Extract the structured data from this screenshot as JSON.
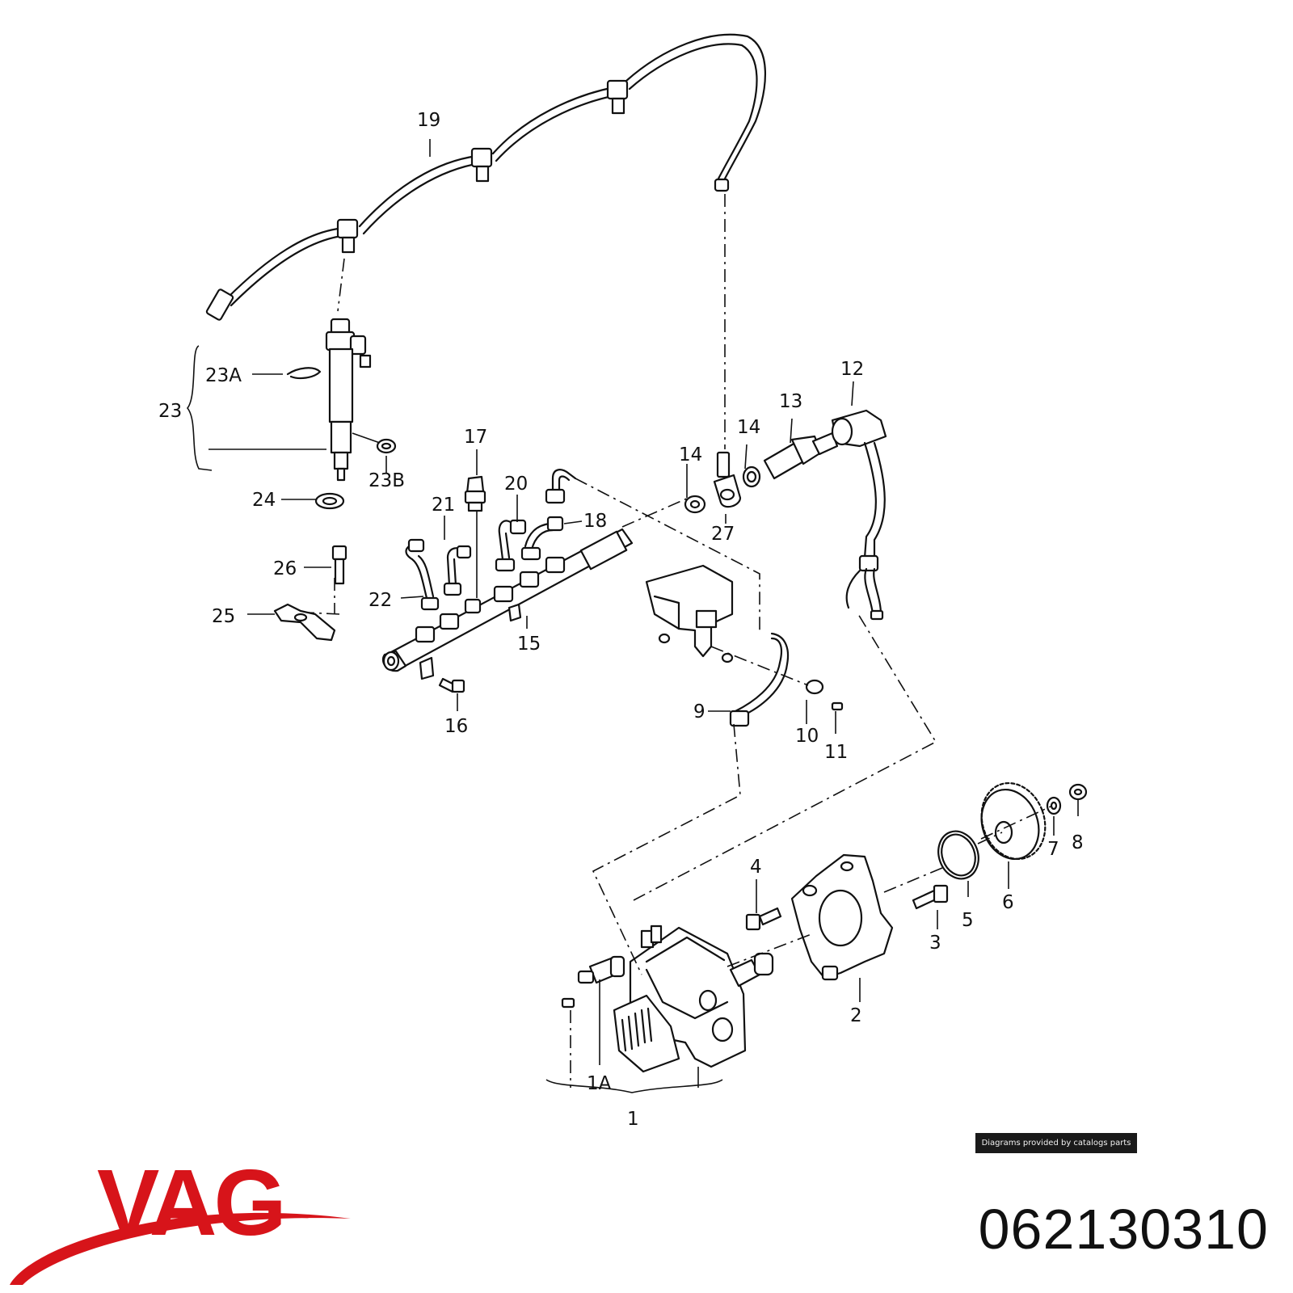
{
  "brand": {
    "logo_text": "VAG",
    "logo_color": "#d7141a"
  },
  "part_number": "062130310",
  "credit": "Diagrams provided by catalogs parts",
  "callouts": [
    "1",
    "1A",
    "2",
    "3",
    "4",
    "5",
    "6",
    "7",
    "8",
    "9",
    "10",
    "11",
    "12",
    "13",
    "14",
    "14",
    "15",
    "16",
    "17",
    "18",
    "19",
    "20",
    "21",
    "22",
    "23",
    "23A",
    "23B",
    "24",
    "25",
    "26",
    "27"
  ]
}
